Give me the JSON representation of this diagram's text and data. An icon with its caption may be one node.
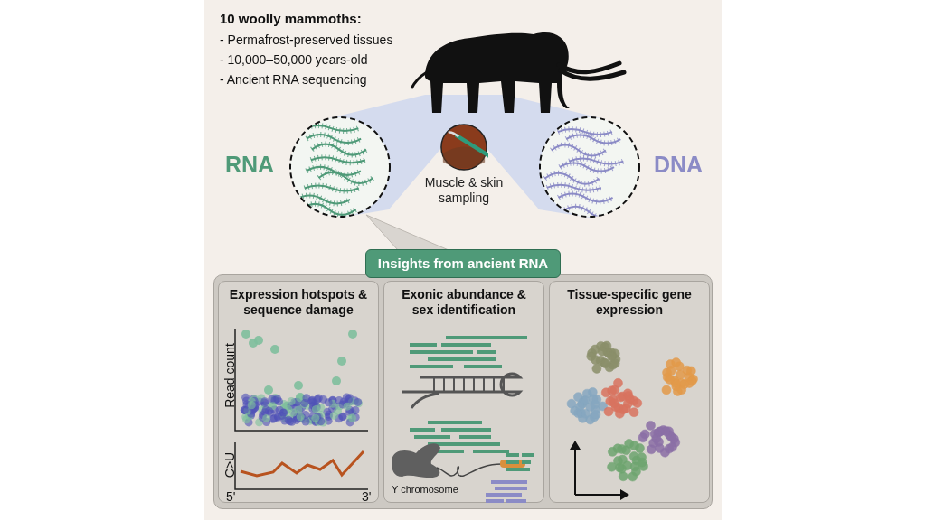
{
  "diagram": {
    "nodes": [
      {
        "text": [],
        "shape": "picture",
        "beside": [
          "RNA"
        ]
      },
      {
        "text": [],
        "shape": "picture",
        "beside": [
          "Muscle & skin sampling"
        ]
      },
      {
        "text": [],
        "shape": "picture",
        "beside": [
          "DNA"
        ]
      },
      {
        "text": [
          "Insights from ancient RNA"
        ]
      },
      {
        "text": [
          "Expression hotspots & sequence damage"
        ],
        "in": 3
      },
      {
        "text": [
          "Exonic abundance & sex identification"
        ],
        "in": 3
      },
      {
        "text": [
          "Tissue-specific gene expression"
        ],
        "in": 3
      }
    ],
    "edges": [
      {
        "from": 0,
        "to": 3,
        "arrow": "none"
      }
    ],
    "labels": [
      "10 woolly mammoths:",
      "- Permafrost-preserved tissues",
      "- 10,000–50,000 years-old",
      "- Ancient RNA sequencing",
      "Read count",
      "C>U",
      "5'",
      "3'",
      "Y chromosome"
    ]
  }
}
